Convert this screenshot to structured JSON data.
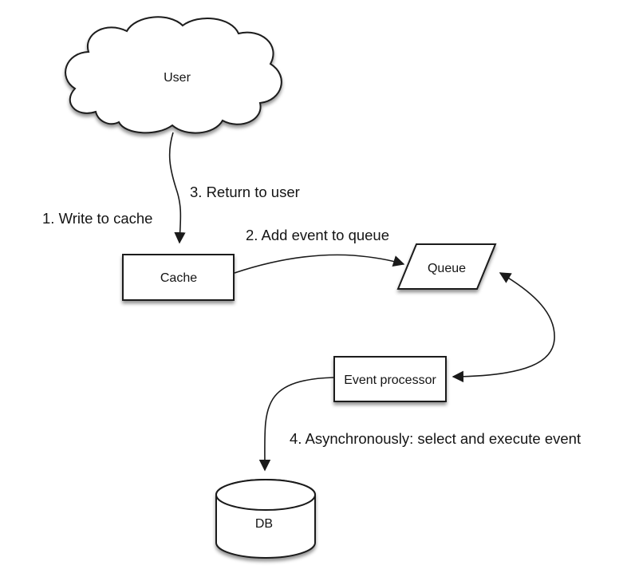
{
  "diagram": {
    "background_color": "#ffffff",
    "stroke_color": "#1a1a1a",
    "node_fill_color": "#ffffff",
    "text_color": "#141414",
    "nodes": {
      "user": {
        "label": "User",
        "shape": "cloud"
      },
      "cache": {
        "label": "Cache",
        "shape": "rectangle"
      },
      "queue": {
        "label": "Queue",
        "shape": "parallelogram"
      },
      "event_processor": {
        "label": "Event processor",
        "shape": "rectangle"
      },
      "db": {
        "label": "DB",
        "shape": "cylinder"
      }
    },
    "edge_labels": {
      "step1": "1. Write to cache",
      "step2": "2. Add event to queue",
      "step3": "3. Return to user",
      "step4": "4. Asynchronously: select and execute event"
    },
    "edges": [
      {
        "from": "user",
        "to": "cache",
        "labels": [
          "1. Write to cache",
          "3. Return to user"
        ]
      },
      {
        "from": "cache",
        "to": "queue",
        "labels": [
          "2. Add event to queue"
        ]
      },
      {
        "from": "queue",
        "to": "event_processor",
        "bidirectional_arrowheads": true,
        "labels": []
      },
      {
        "from": "event_processor",
        "to": "db",
        "labels": [
          "4. Asynchronously: select and execute event"
        ]
      }
    ]
  }
}
